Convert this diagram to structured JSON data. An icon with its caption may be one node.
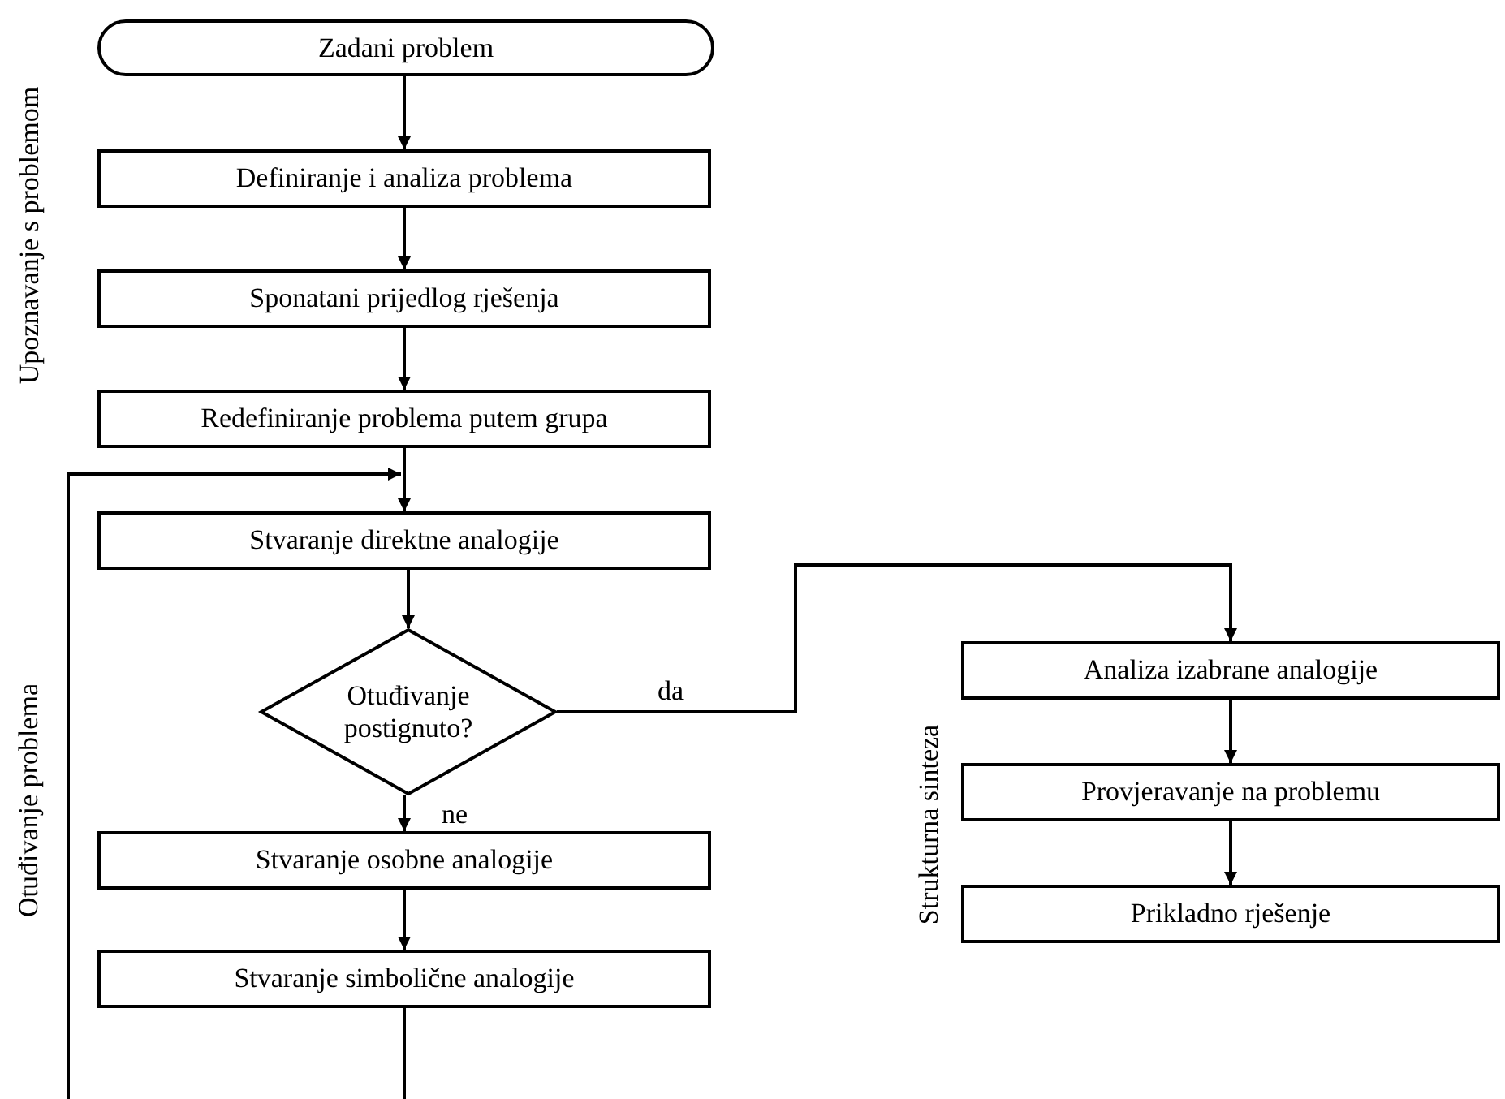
{
  "diagram": {
    "nodes": [
      {
        "text": [
          "Zadani problem"
        ]
      },
      {
        "text": [
          "Definiranje i analiza problema"
        ]
      },
      {
        "text": [
          "Sponatani prijedlog rješenja"
        ]
      },
      {
        "text": [
          "Redefiniranje problema putem grupa"
        ]
      },
      {
        "text": [
          "Stvaranje direktne analogije"
        ]
      },
      {
        "text": [
          "Otuđivanje postignuto?"
        ]
      },
      {
        "text": [
          "Analiza izabrane analogije"
        ]
      },
      {
        "text": [
          "Provjeravanje na problemu"
        ]
      },
      {
        "text": [
          "Prikladno rješenje"
        ]
      },
      {
        "text": [
          "Stvaranje osobne analogije"
        ]
      },
      {
        "text": [
          "Stvaranje simbolične analogije"
        ]
      }
    ],
    "edges": [
      {
        "from": 0,
        "to": 1,
        "arrow": "to"
      },
      {
        "from": 1,
        "to": 2,
        "arrow": "to"
      },
      {
        "from": 2,
        "to": 3,
        "arrow": "to"
      },
      {
        "from": 3,
        "to": 4,
        "arrow": "to"
      },
      {
        "from": 4,
        "to": 5,
        "arrow": "to"
      },
      {
        "from": 5,
        "to": 6,
        "arrow": "to",
        "label": "da"
      },
      {
        "from": 5,
        "to": 9,
        "arrow": "to",
        "label": "ne"
      },
      {
        "from": 6,
        "to": 7,
        "arrow": "to"
      },
      {
        "from": 7,
        "to": 8,
        "arrow": "to"
      },
      {
        "from": 9,
        "to": 10,
        "arrow": "to"
      },
      {
        "from": 10,
        "to": 4,
        "arrow": "to"
      }
    ],
    "labels": [
      "Upoznavanje s problemom",
      "Otuđivanje problema",
      "Strukturna sinteza"
    ]
  }
}
